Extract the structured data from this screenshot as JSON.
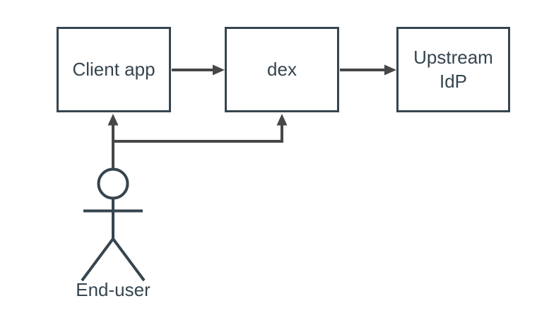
{
  "colors": {
    "bg": "#ffffff",
    "node-stroke": "#36454f",
    "node-fill": "#ffffff",
    "edge-stroke": "#474747",
    "text": "#36454f"
  },
  "diagram": {
    "nodes": [
      {
        "id": "client-app",
        "label": "Client app"
      },
      {
        "id": "dex",
        "label": "dex"
      },
      {
        "id": "upstream-idp",
        "label": "Upstream IdP"
      }
    ],
    "actor": {
      "id": "end-user",
      "label": "End-user"
    },
    "edges": [
      {
        "from": "client-app",
        "to": "dex"
      },
      {
        "from": "dex",
        "to": "upstream-idp"
      },
      {
        "from": "end-user",
        "to": "client-app"
      },
      {
        "from": "end-user",
        "to": "dex"
      }
    ]
  }
}
